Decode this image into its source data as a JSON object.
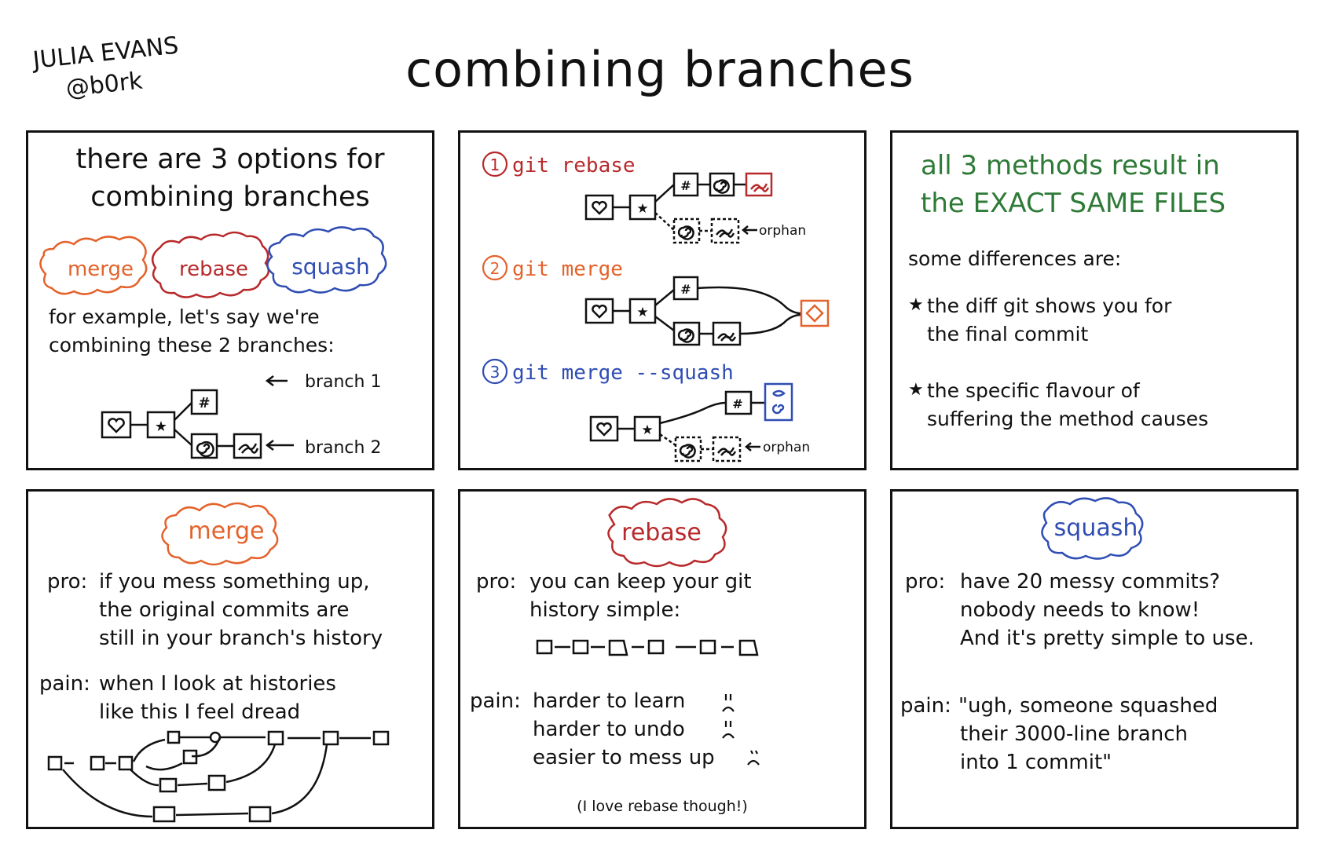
{
  "author": {
    "name": "JULIA EVANS",
    "handle": "@b0rk"
  },
  "title": "combining branches",
  "colors": {
    "merge": "#e4622b",
    "rebase": "#b8292b",
    "squash": "#2f4db3",
    "green": "#2e7a37",
    "ink": "#111111"
  },
  "intro": {
    "heading_line1": "there are 3 options for",
    "heading_line2": "combining branches",
    "labels": {
      "merge": "merge",
      "rebase": "rebase",
      "squash": "squash"
    },
    "example_line1": "for example, let's say we're",
    "example_line2": "combining these 2 branches:",
    "branch1": "branch 1",
    "branch2": "branch 2"
  },
  "methods": {
    "rebase": {
      "num": "1",
      "cmd": "git rebase",
      "orphan": "orphan"
    },
    "merge": {
      "num": "2",
      "cmd": "git merge"
    },
    "squash": {
      "num": "3",
      "cmd": "git merge --squash",
      "orphan": "orphan"
    }
  },
  "results": {
    "heading_line1": "all 3 methods result in",
    "heading_line2": "the EXACT SAME FILES",
    "diff_intro": "some differences are:",
    "point1_line1": "the diff git shows you for",
    "point1_line2": "the final commit",
    "point2_line1": "the specific flavour of",
    "point2_line2": "suffering the method causes"
  },
  "merge_panel": {
    "label": "merge",
    "pro_label": "pro:",
    "pro_lines": [
      "if you mess something up,",
      "the original commits are",
      "still in your branch's history"
    ],
    "pain_label": "pain:",
    "pain_lines": [
      "when I look at histories",
      "like this I feel dread"
    ]
  },
  "rebase_panel": {
    "label": "rebase",
    "pro_label": "pro:",
    "pro_lines": [
      "you can keep your git",
      "history simple:"
    ],
    "pain_label": "pain:",
    "pain_lines": [
      "harder to learn",
      "harder to undo",
      "easier to mess up"
    ],
    "footnote": "(I love rebase though!)"
  },
  "squash_panel": {
    "label": "squash",
    "pro_label": "pro:",
    "pro_lines": [
      "have 20 messy commits?",
      "nobody needs to know!",
      "And it's pretty simple to use."
    ],
    "pain_label": "pain:",
    "pain_lines": [
      "\"ugh, someone squashed",
      "their 3000-line branch",
      "into 1 commit\""
    ]
  }
}
